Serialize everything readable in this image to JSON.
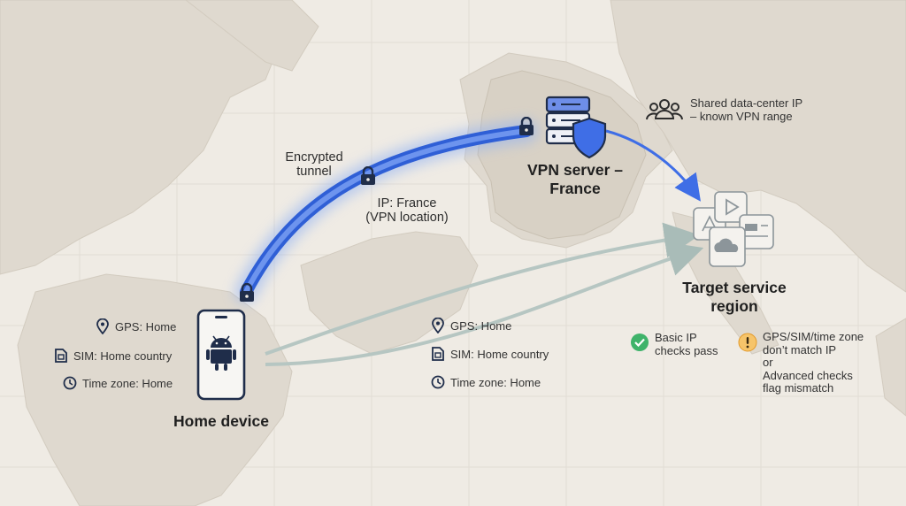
{
  "tunnel": {
    "label_line1": "Encrypted",
    "label_line2": "tunnel",
    "ip_line1": "IP: France",
    "ip_line2": "(VPN location)"
  },
  "vpn_server": {
    "title_line1": "VPN server –",
    "title_line2": "France"
  },
  "shared_ip": {
    "line1": "Shared data-center IP",
    "line2": "– known VPN range"
  },
  "home_device": {
    "title": "Home device",
    "signals": [
      "GPS: Home",
      "SIM: Home country",
      "Time zone: Home"
    ]
  },
  "middle_signals": [
    "GPS: Home",
    "SIM: Home country",
    "Time zone: Home"
  ],
  "target": {
    "title_line1": "Target service",
    "title_line2": "region"
  },
  "checks": {
    "pass_line1": "Basic IP",
    "pass_line2": "checks pass",
    "warn_lines": [
      "GPS/SIM/time zone",
      "don’t match IP",
      "or",
      "Advanced checks",
      "flag mismatch"
    ]
  },
  "colors": {
    "tunnel_blue": "#2f5fd6",
    "tunnel_glow": "#7fa3f0",
    "signal_arrow": "#a9bcb8",
    "check_green": "#3fb36a",
    "warn_orange": "#f2a93b",
    "land": "#dcd6cc",
    "sea": "#efebe4"
  }
}
